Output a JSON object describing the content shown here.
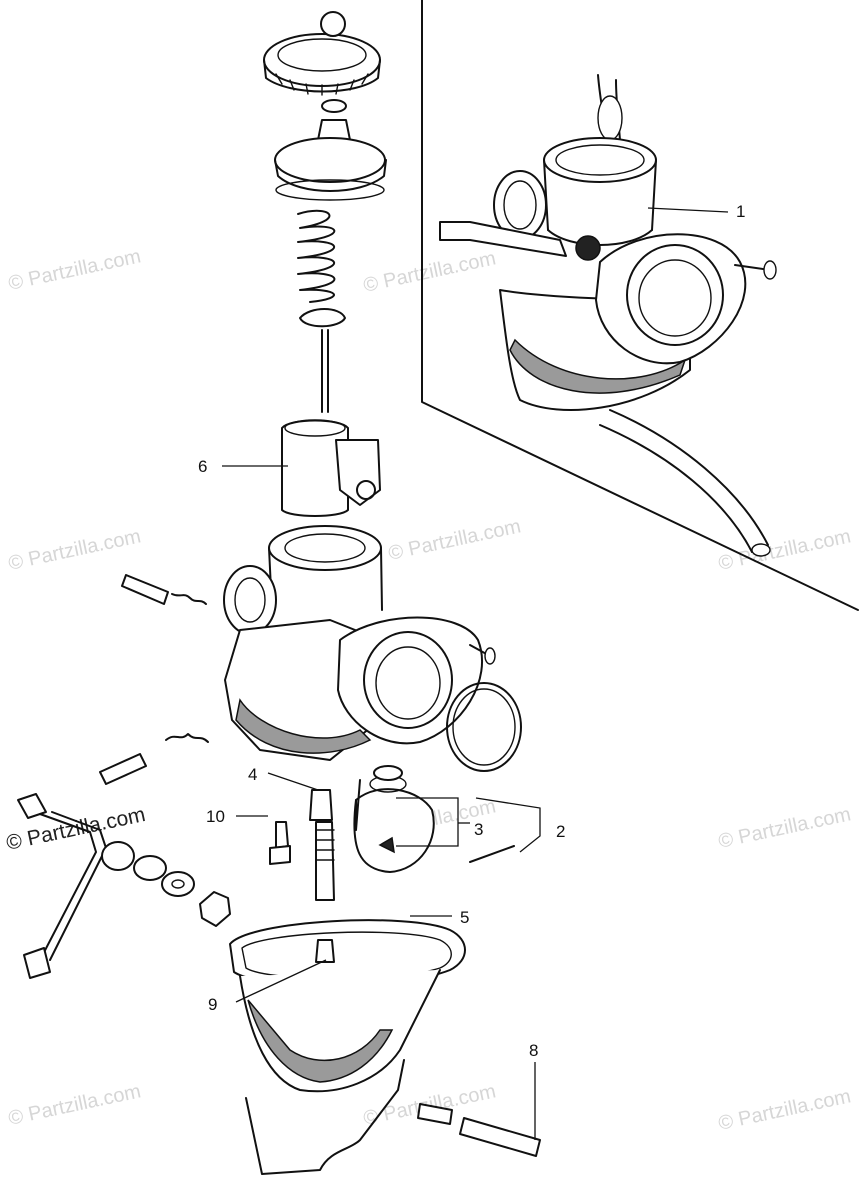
{
  "diagram": {
    "callouts": [
      "1",
      "2",
      "3",
      "4",
      "5",
      "6",
      "8",
      "9",
      "10"
    ],
    "watermark": "© Partzilla.com"
  }
}
